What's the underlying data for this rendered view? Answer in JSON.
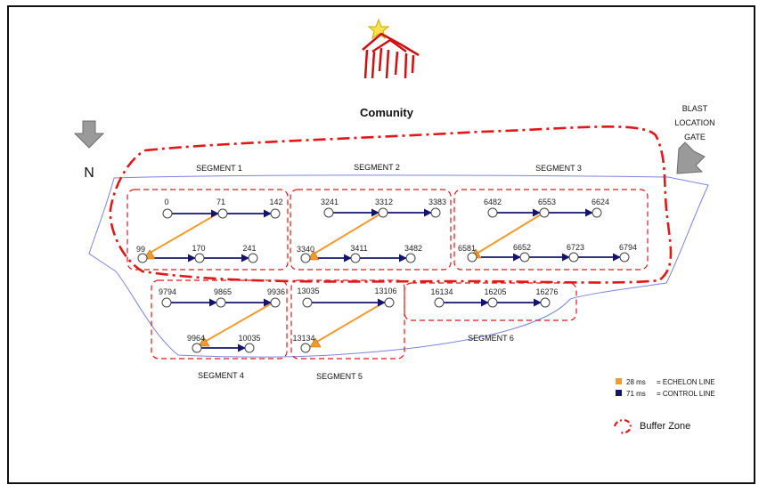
{
  "community_label": "Comunity",
  "north_label": "N",
  "blast_gate_label": [
    "BLAST",
    "LOCATION",
    "GATE"
  ],
  "segments": [
    {
      "label": "SEGMENT 1",
      "holes": [
        "0",
        "71",
        "142",
        "99",
        "170",
        "241"
      ]
    },
    {
      "label": "SEGMENT 2",
      "holes": [
        "3241",
        "3312",
        "3383",
        "3340",
        "3411",
        "3482"
      ]
    },
    {
      "label": "SEGMENT 3",
      "holes": [
        "6482",
        "6553",
        "6624",
        "6581",
        "6652",
        "6723",
        "6794"
      ]
    },
    {
      "label": "SEGMENT 4",
      "holes": [
        "9794",
        "9865",
        "9936",
        "9964",
        "10035"
      ]
    },
    {
      "label": "SEGMENT 5",
      "holes": [
        "13035",
        "13106",
        "13134"
      ]
    },
    {
      "label": "SEGMENT 6",
      "holes": [
        "16134",
        "16205",
        "16276"
      ]
    }
  ],
  "legend": {
    "echelon_time": "28 ms",
    "echelon_label": "= ECHELON LINE",
    "control_time": "71 ms",
    "control_label": "= CONTROL LINE",
    "buffer_label": "Buffer Zone"
  },
  "colors": {
    "echelon": "#f39a2c",
    "control": "#14146e",
    "buffer": "#e01818",
    "site_outline": "#7b83e0"
  }
}
